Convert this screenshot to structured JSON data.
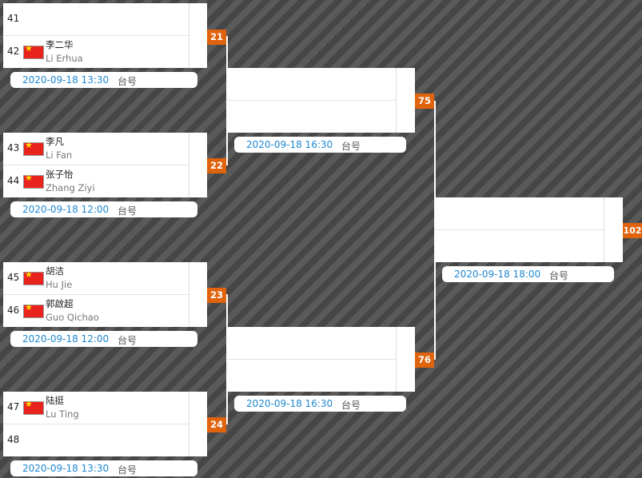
{
  "round1": [
    {
      "match_no": "21",
      "time": "2020-09-18 13:30",
      "table_label": "台号",
      "top": {
        "seed": "41",
        "name_cn": "",
        "name_en": "",
        "flag": false
      },
      "bottom": {
        "seed": "42",
        "name_cn": "李二华",
        "name_en": "Li Erhua",
        "flag": true
      }
    },
    {
      "match_no": "22",
      "time": "2020-09-18 12:00",
      "table_label": "台号",
      "top": {
        "seed": "43",
        "name_cn": "李凡",
        "name_en": "Li Fan",
        "flag": true
      },
      "bottom": {
        "seed": "44",
        "name_cn": "张子怡",
        "name_en": "Zhang Ziyi",
        "flag": true
      }
    },
    {
      "match_no": "23",
      "time": "2020-09-18 12:00",
      "table_label": "台号",
      "top": {
        "seed": "45",
        "name_cn": "胡洁",
        "name_en": "Hu Jie",
        "flag": true
      },
      "bottom": {
        "seed": "46",
        "name_cn": "郭啟超",
        "name_en": "Guo Qichao",
        "flag": true
      }
    },
    {
      "match_no": "24",
      "time": "2020-09-18 13:30",
      "table_label": "台号",
      "top": {
        "seed": "47",
        "name_cn": "陆挺",
        "name_en": "Lu Ting",
        "flag": true
      },
      "bottom": {
        "seed": "48",
        "name_cn": "",
        "name_en": "",
        "flag": false
      }
    }
  ],
  "round2": [
    {
      "match_no": "75",
      "time": "2020-09-18 16:30",
      "table_label": "台号"
    },
    {
      "match_no": "76",
      "time": "2020-09-18 16:30",
      "table_label": "台号"
    }
  ],
  "round3": [
    {
      "match_no": "102",
      "time": "2020-09-18 18:00",
      "table_label": "台号"
    }
  ],
  "colors": {
    "match_badge": "#e0640e",
    "time_text": "#1e88d2",
    "flag_red": "#e8231d"
  }
}
